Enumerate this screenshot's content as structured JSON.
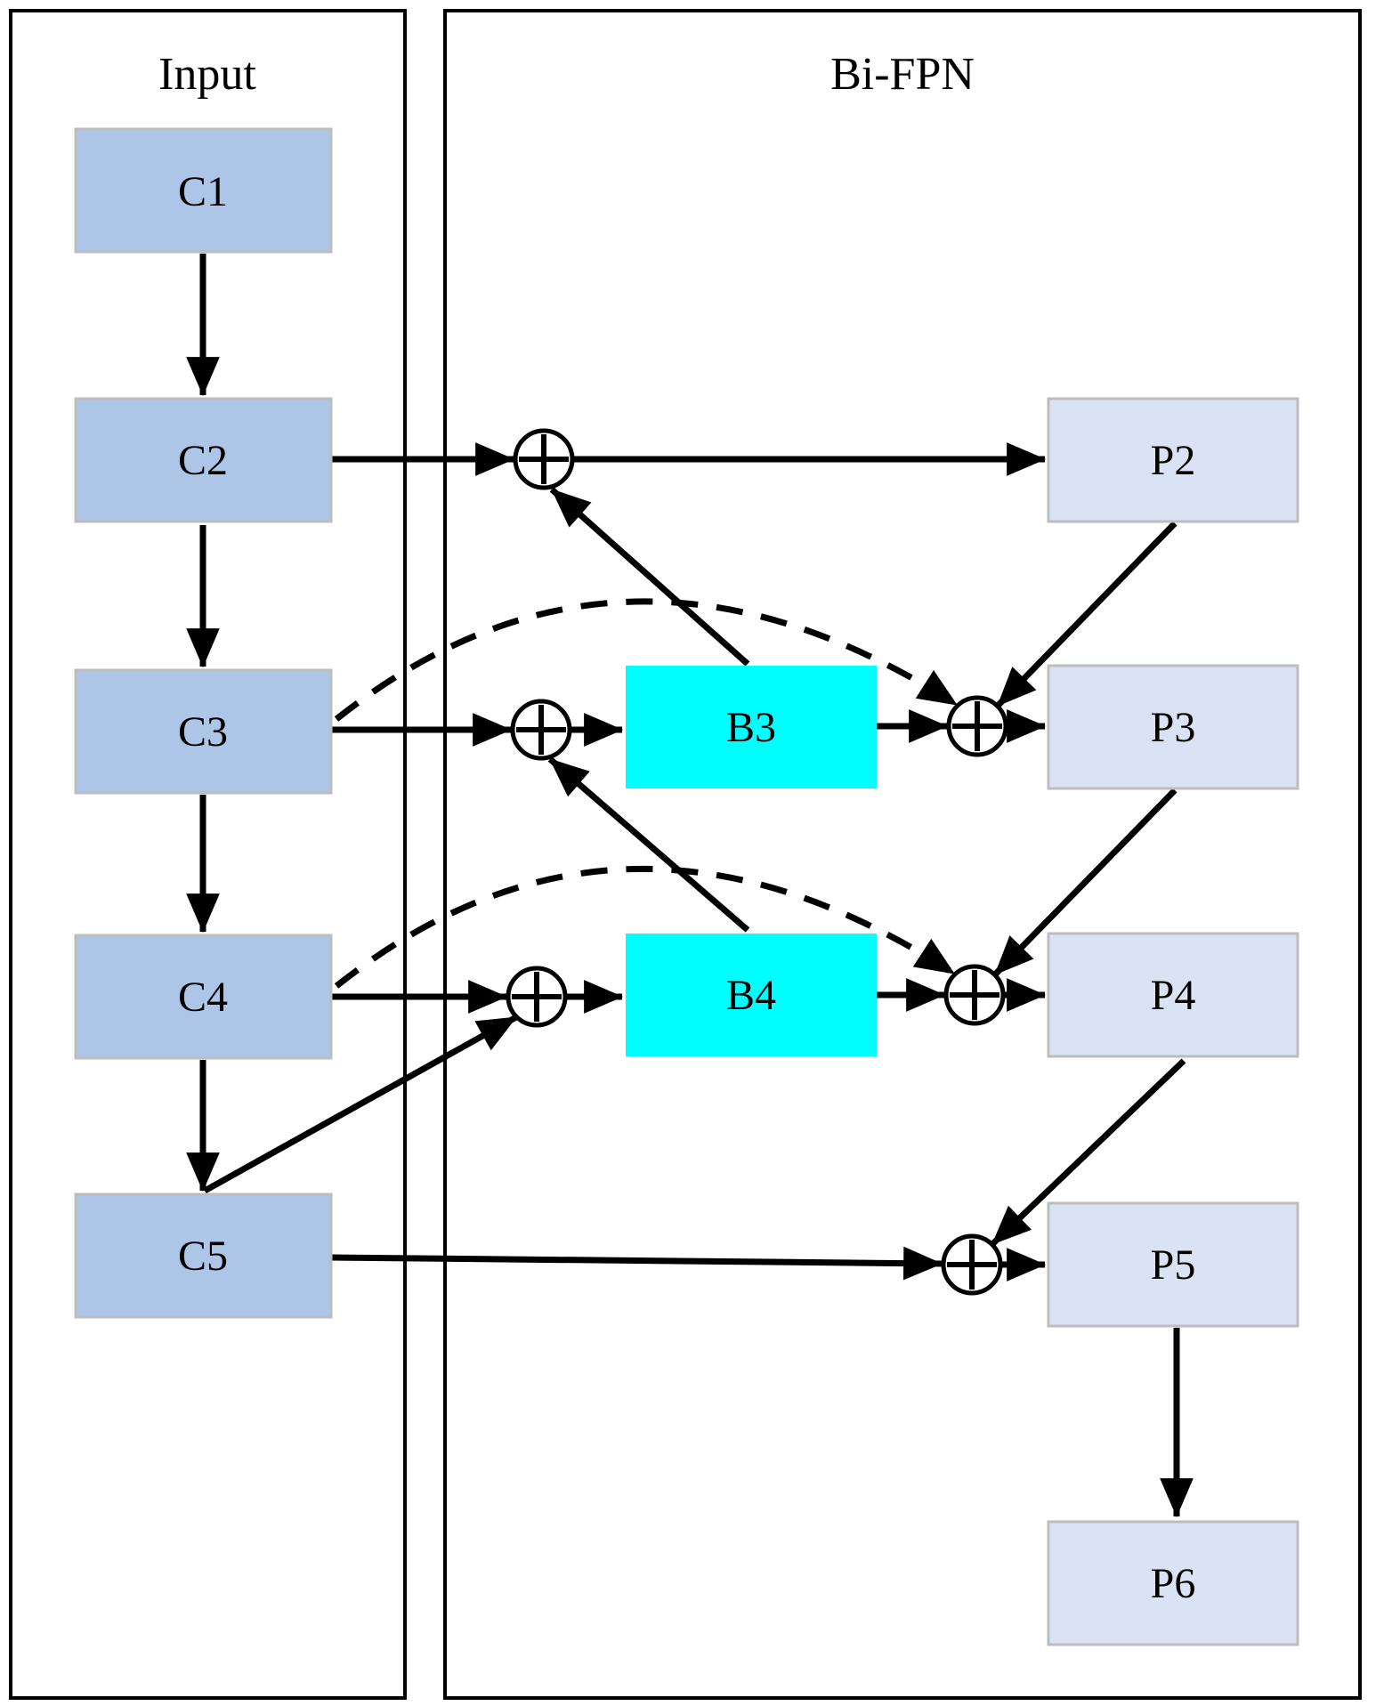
{
  "figure": {
    "type": "architecture-diagram",
    "panels": [
      {
        "id": "input",
        "title": "Input"
      },
      {
        "id": "bifpn",
        "title": "Bi-FPN"
      }
    ],
    "nodes": {
      "c1": {
        "label": "C1",
        "group": "backbone"
      },
      "c2": {
        "label": "C2",
        "group": "backbone"
      },
      "c3": {
        "label": "C3",
        "group": "backbone"
      },
      "c4": {
        "label": "C4",
        "group": "backbone"
      },
      "c5": {
        "label": "C5",
        "group": "backbone"
      },
      "b3": {
        "label": "B3",
        "group": "intermediate"
      },
      "b4": {
        "label": "B4",
        "group": "intermediate"
      },
      "p2": {
        "label": "P2",
        "group": "output"
      },
      "p3": {
        "label": "P3",
        "group": "output"
      },
      "p4": {
        "label": "P4",
        "group": "output"
      },
      "p5": {
        "label": "P5",
        "group": "output"
      },
      "p6": {
        "label": "P6",
        "group": "output"
      }
    },
    "operators": {
      "type": "add",
      "glyph": "circled-plus",
      "count": 6,
      "instances": [
        "sum-p2",
        "sum-b3",
        "sum-p3",
        "sum-b4",
        "sum-p4",
        "sum-p5"
      ]
    },
    "edges": [
      {
        "from": "C1",
        "to": "C2",
        "style": "solid"
      },
      {
        "from": "C2",
        "to": "C3",
        "style": "solid"
      },
      {
        "from": "C3",
        "to": "C4",
        "style": "solid"
      },
      {
        "from": "C4",
        "to": "C5",
        "style": "solid"
      },
      {
        "from": "C2",
        "to": "sum-p2",
        "style": "solid"
      },
      {
        "from": "sum-p2",
        "to": "P2",
        "style": "solid"
      },
      {
        "from": "B3",
        "to": "sum-p2",
        "style": "solid"
      },
      {
        "from": "C3",
        "to": "sum-b3",
        "style": "solid"
      },
      {
        "from": "sum-b3",
        "to": "B3",
        "style": "solid"
      },
      {
        "from": "B3",
        "to": "sum-p3",
        "style": "solid"
      },
      {
        "from": "sum-p3",
        "to": "P3",
        "style": "solid"
      },
      {
        "from": "P2",
        "to": "sum-p3",
        "style": "solid"
      },
      {
        "from": "C3",
        "to": "sum-p3",
        "style": "dashed"
      },
      {
        "from": "B4",
        "to": "sum-b3",
        "style": "solid"
      },
      {
        "from": "C4",
        "to": "sum-b4",
        "style": "solid"
      },
      {
        "from": "sum-b4",
        "to": "B4",
        "style": "solid"
      },
      {
        "from": "B4",
        "to": "sum-p4",
        "style": "solid"
      },
      {
        "from": "sum-p4",
        "to": "P4",
        "style": "solid"
      },
      {
        "from": "P3",
        "to": "sum-p4",
        "style": "solid"
      },
      {
        "from": "C4",
        "to": "sum-p4",
        "style": "dashed"
      },
      {
        "from": "C5",
        "to": "sum-b4",
        "style": "solid"
      },
      {
        "from": "C5",
        "to": "sum-p5",
        "style": "solid"
      },
      {
        "from": "sum-p5",
        "to": "P5",
        "style": "solid"
      },
      {
        "from": "P4",
        "to": "sum-p5",
        "style": "solid"
      },
      {
        "from": "P5",
        "to": "P6",
        "style": "solid"
      }
    ],
    "colors": {
      "c_box": "#adc6e8",
      "p_box": "#d9e3f3",
      "b_box": "#00ffff",
      "box_border": "#bdbdbd",
      "panel_border": "#000000",
      "line": "#000000",
      "text": "#000000",
      "background": "#ffffff"
    }
  }
}
